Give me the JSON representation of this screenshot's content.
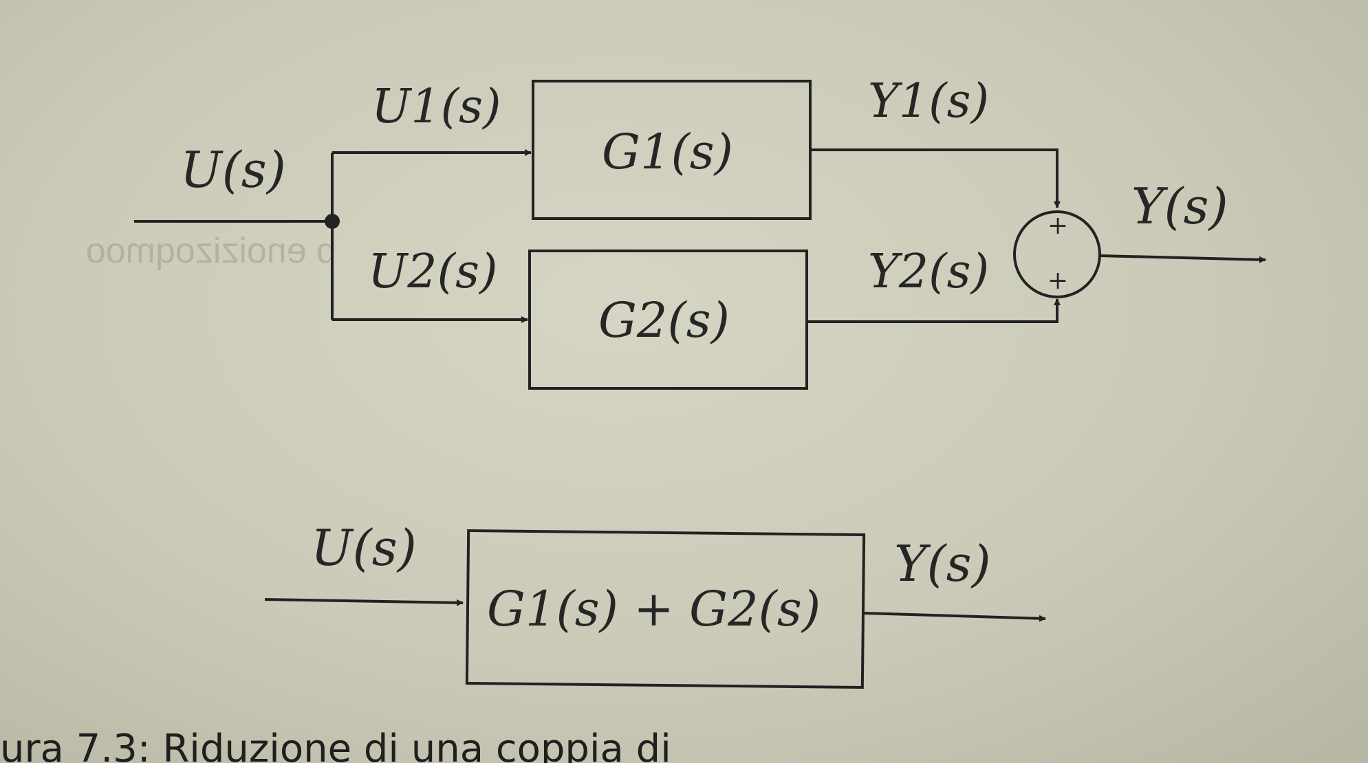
{
  "diagram": {
    "top": {
      "input_label": "U(s)",
      "branch1": {
        "input_label": "U1(s)",
        "block_label": "G1(s)",
        "output_label": "Y1(s)"
      },
      "branch2": {
        "input_label": "U2(s)",
        "block_label": "G2(s)",
        "output_label": "Y2(s)"
      },
      "summing_junction": {
        "sign_top": "+",
        "sign_bottom": "+"
      },
      "output_label": "Y(s)"
    },
    "bottom": {
      "input_label": "U(s)",
      "block_label": "G1(s) + G2(s)",
      "output_label": "Y(s)"
    }
  },
  "caption": "ura 7.3: Riduzione di una coppia di"
}
